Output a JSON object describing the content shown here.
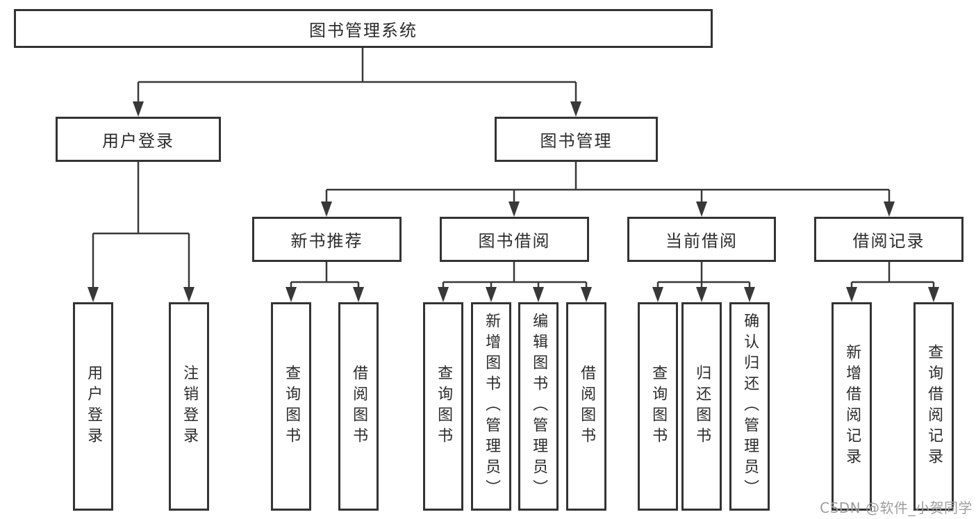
{
  "tree": {
    "label": "图书管理系统",
    "children": [
      {
        "label": "用户登录",
        "children": [
          {
            "label": "用户登录"
          },
          {
            "label": "注销登录"
          }
        ]
      },
      {
        "label": "图书管理",
        "children": [
          {
            "label": "新书推荐",
            "children": [
              {
                "label": "查询图书"
              },
              {
                "label": "借阅图书"
              }
            ]
          },
          {
            "label": "图书借阅",
            "children": [
              {
                "label": "查询图书"
              },
              {
                "label": "新增图书（管理员）"
              },
              {
                "label": "编辑图书（管理员）"
              },
              {
                "label": "借阅图书"
              }
            ]
          },
          {
            "label": "当前借阅",
            "children": [
              {
                "label": "查询图书"
              },
              {
                "label": "归还图书"
              },
              {
                "label": "确认归还（管理员）"
              }
            ]
          },
          {
            "label": "借阅记录",
            "children": [
              {
                "label": "新增借阅记录"
              },
              {
                "label": "查询借阅记录"
              }
            ]
          }
        ]
      }
    ]
  },
  "watermark": "CSDN @软件_小贺同学",
  "colors": {
    "line": "#383838",
    "box_border": "#333333",
    "text": "#2b2b2b",
    "watermark": "#9d9d9d",
    "background": "#ffffff"
  }
}
